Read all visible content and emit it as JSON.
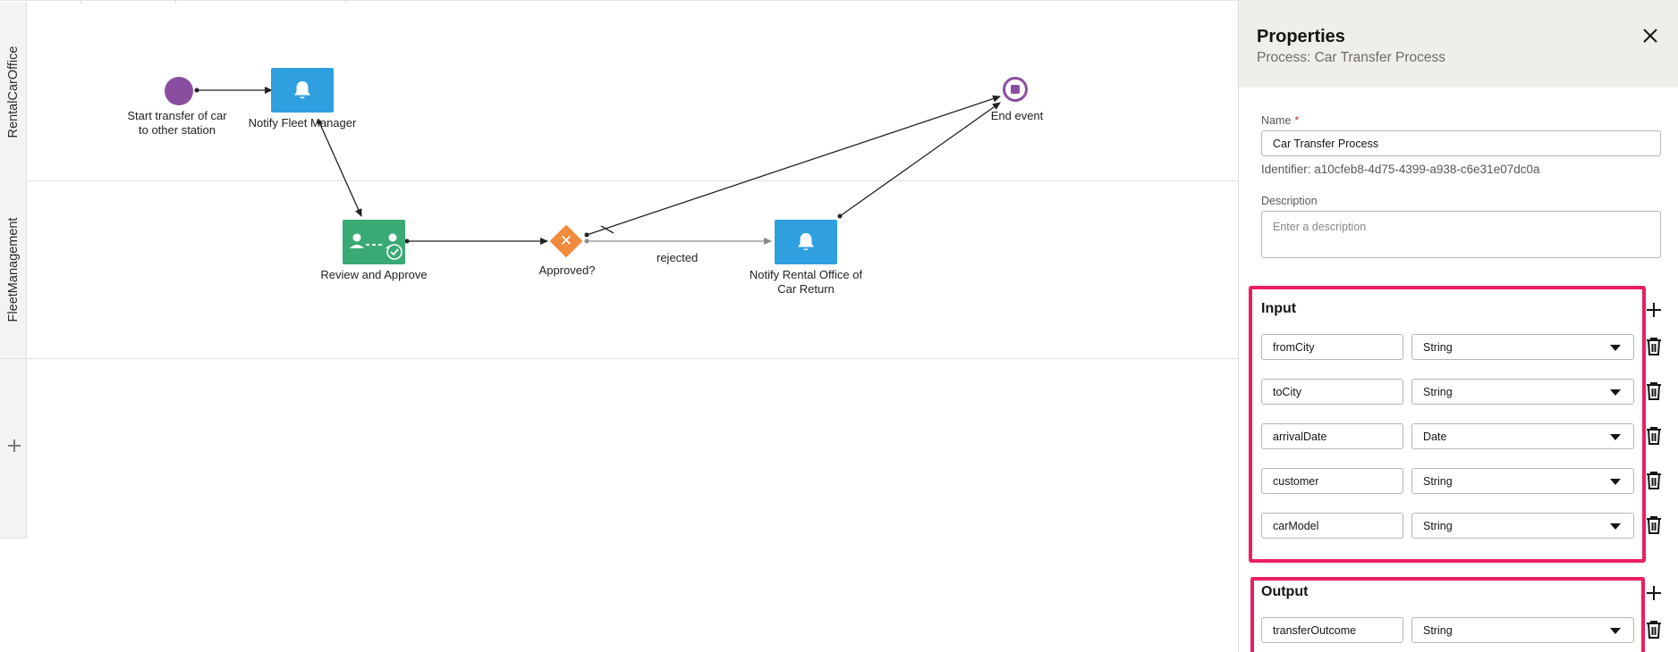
{
  "canvas": {
    "lanes": [
      {
        "label": "RentalCarOffice"
      },
      {
        "label": "FleetManagement"
      }
    ],
    "nodes": {
      "start": {
        "label": "Start transfer of car to other station",
        "color": "#8a4ea0"
      },
      "notify_fleet": {
        "label": "Notify Fleet Manager",
        "color": "#2f9fe0"
      },
      "review": {
        "label": "Review and Approve",
        "color": "#3aaa74"
      },
      "gateway": {
        "label": "Approved?",
        "color": "#f08a3c"
      },
      "notify_rental": {
        "label": "Notify Rental Office of Car Return",
        "color": "#2f9fe0"
      },
      "end": {
        "label": "End event",
        "color": "#8a4ea0"
      }
    },
    "flows": {
      "rejected_label": "rejected"
    },
    "icons": {
      "notify": "bell-icon",
      "review": "approval-icon",
      "gateway": "exclusive-x-icon",
      "add_lane": "plus-icon"
    }
  },
  "properties": {
    "title": "Properties",
    "subtitle": "Process: Car Transfer Process",
    "close_icon": "close-icon",
    "name_label": "Name",
    "required_mark": "*",
    "name_value": "Car Transfer Process",
    "identifier": "Identifier: a10cfeb8-4d75-4399-a938-c6e31e07dc0a",
    "description_label": "Description",
    "description_placeholder": "Enter a description",
    "input": {
      "title": "Input",
      "params": [
        {
          "name": "fromCity",
          "type": "String"
        },
        {
          "name": "toCity",
          "type": "String"
        },
        {
          "name": "arrivalDate",
          "type": "Date"
        },
        {
          "name": "customer",
          "type": "String"
        },
        {
          "name": "carModel",
          "type": "String"
        }
      ]
    },
    "output": {
      "title": "Output",
      "params": [
        {
          "name": "transferOutcome",
          "type": "String"
        }
      ]
    },
    "highlight_color": "#ea1f5f"
  }
}
